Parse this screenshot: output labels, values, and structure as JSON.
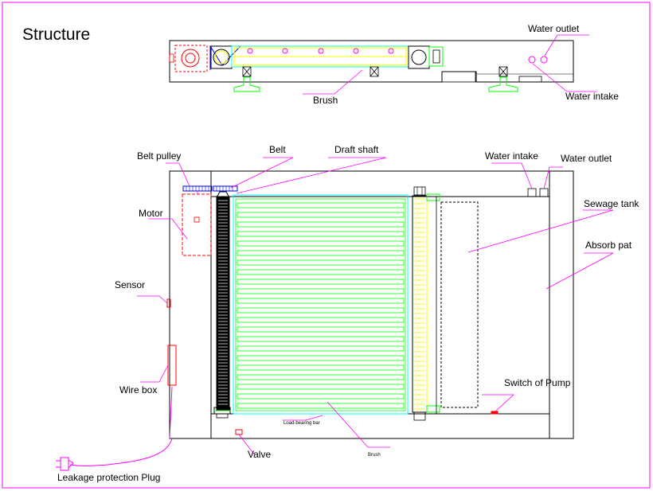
{
  "title": "Structure",
  "top_view": {
    "brush": "Brush",
    "water_outlet": "Water outlet",
    "water_intake": "Water intake"
  },
  "plan_view": {
    "belt_pulley": "Belt pulley",
    "belt": "Belt",
    "draft_shaft": "Draft shaft",
    "water_intake": "Water intake",
    "water_outlet": "Water outlet",
    "motor": "Motor",
    "sewage_tank": "Sewage tank",
    "absorb_pat": "Absorb pat",
    "sensor": "Sensor",
    "wire_box": "Wire box",
    "switch_of_pump": "Switch of Pump",
    "load_bearing_bar": "Load-bearing bar",
    "brush_small": "Brush",
    "valve": "Valve",
    "plug": "Leakage protection Plug"
  },
  "colors": {
    "frame": "#ff00ff",
    "leader": "#ff00ff",
    "roller": "#00ff00",
    "bar": "#00ffff",
    "brush": "#ffff00",
    "motor": "#ff0000",
    "belt": "#0000ff"
  }
}
